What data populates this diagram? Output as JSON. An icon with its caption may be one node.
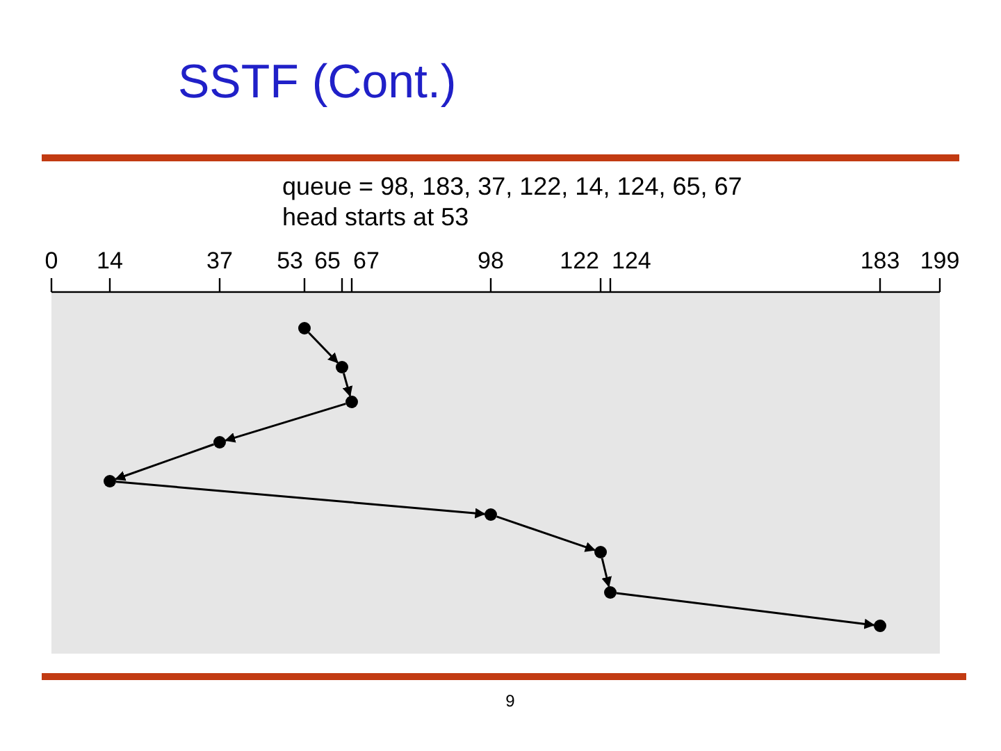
{
  "diagram": {
    "title": "SSTF (Cont.)",
    "nodes": [
      {
        "text": [],
        "shape": "circle"
      },
      {
        "text": [],
        "shape": "circle"
      },
      {
        "text": [],
        "shape": "circle"
      },
      {
        "text": [],
        "shape": "circle"
      },
      {
        "text": [],
        "shape": "circle"
      },
      {
        "text": [],
        "shape": "circle"
      },
      {
        "text": [],
        "shape": "circle"
      },
      {
        "text": [],
        "shape": "circle"
      },
      {
        "text": [],
        "shape": "circle"
      }
    ],
    "edges": [
      {
        "from": 0,
        "to": 1,
        "arrow": "to"
      },
      {
        "from": 1,
        "to": 2,
        "arrow": "to"
      },
      {
        "from": 2,
        "to": 3,
        "arrow": "to"
      },
      {
        "from": 3,
        "to": 4,
        "arrow": "to"
      },
      {
        "from": 4,
        "to": 5,
        "arrow": "to"
      },
      {
        "from": 5,
        "to": 6,
        "arrow": "to"
      },
      {
        "from": 6,
        "to": 7,
        "arrow": "to"
      },
      {
        "from": 7,
        "to": 8,
        "arrow": "to"
      }
    ],
    "labels": [
      "queue = 98, 183, 37, 122, 14, 124, 65, 67",
      "head starts at 53",
      "0",
      "14",
      "37",
      "53",
      "65",
      "67",
      "98",
      "122",
      "124",
      "183",
      "199",
      "9"
    ]
  }
}
